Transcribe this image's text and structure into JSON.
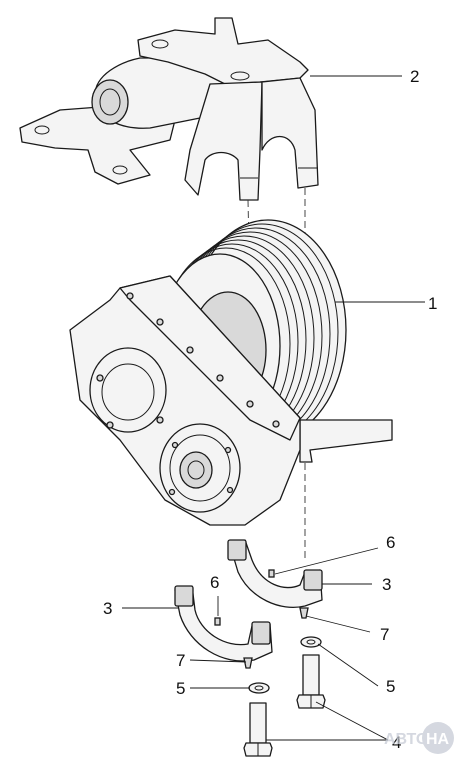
{
  "callouts": {
    "c1": "1",
    "c2": "2",
    "c3_right": "3",
    "c3_left": "3",
    "c4": "4",
    "c5_right": "5",
    "c5_left": "5",
    "c6_right": "6",
    "c6_left": "6",
    "c7_right": "7",
    "c7_left": "7"
  },
  "watermark": {
    "prefix": "АВТО",
    "badge": "НА"
  },
  "colors": {
    "line": "#1a1a1a",
    "fill": "#f4f4f4",
    "watermark": "#c7ccd6"
  }
}
